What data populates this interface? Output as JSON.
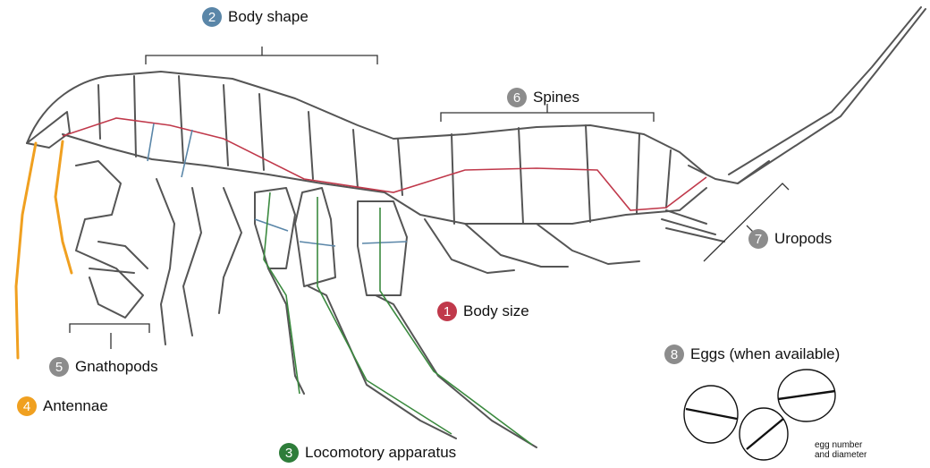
{
  "labels": [
    {
      "id": "body-size",
      "number": "1",
      "text": "Body size",
      "color": "#c0394b"
    },
    {
      "id": "body-shape",
      "number": "2",
      "text": "Body shape",
      "color": "#5a86a8"
    },
    {
      "id": "locomotory",
      "number": "3",
      "text": "Locomotory apparatus",
      "color": "#2e7d3a"
    },
    {
      "id": "antennae",
      "number": "4",
      "text": "Antennae",
      "color": "#f0a020"
    },
    {
      "id": "gnathopods",
      "number": "5",
      "text": "Gnathopods",
      "color": "#8c8c8c"
    },
    {
      "id": "spines",
      "number": "6",
      "text": "Spines",
      "color": "#8c8c8c"
    },
    {
      "id": "uropods",
      "number": "7",
      "text": "Uropods",
      "color": "#8c8c8c"
    },
    {
      "id": "eggs",
      "number": "8",
      "text": "Eggs (when available)",
      "color": "#8c8c8c"
    }
  ],
  "egg_note": [
    "egg number",
    "and diameter"
  ],
  "colors": {
    "outline": "#555555",
    "body_size": "#c0394b",
    "body_shape": "#5a86a8",
    "legs": "#3b8a3f",
    "antennae": "#f0a020"
  }
}
